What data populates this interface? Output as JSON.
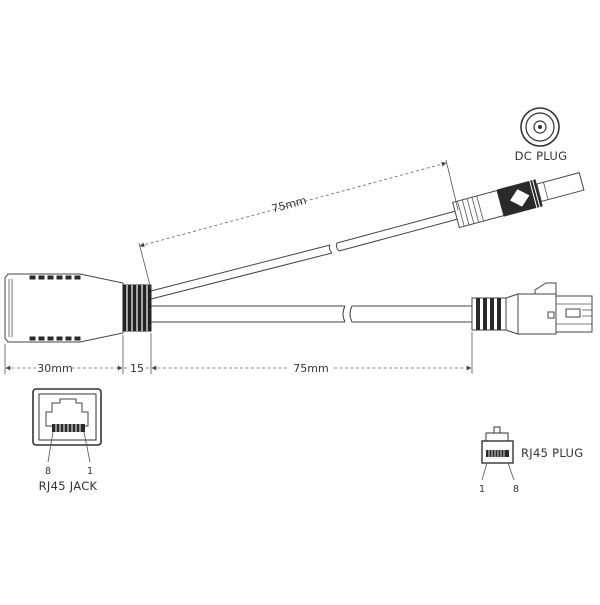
{
  "labels": {
    "dc_plug": "DC PLUG",
    "rj45_jack": "RJ45 JACK",
    "rj45_plug": "RJ45 PLUG"
  },
  "dimensions": {
    "diag_length": "75mm",
    "jack_length": "30mm",
    "boot_length": "15",
    "cable_length": "75mm"
  },
  "pins": {
    "jack_left": "8",
    "jack_right": "1",
    "plug_left": "1",
    "plug_right": "8"
  }
}
